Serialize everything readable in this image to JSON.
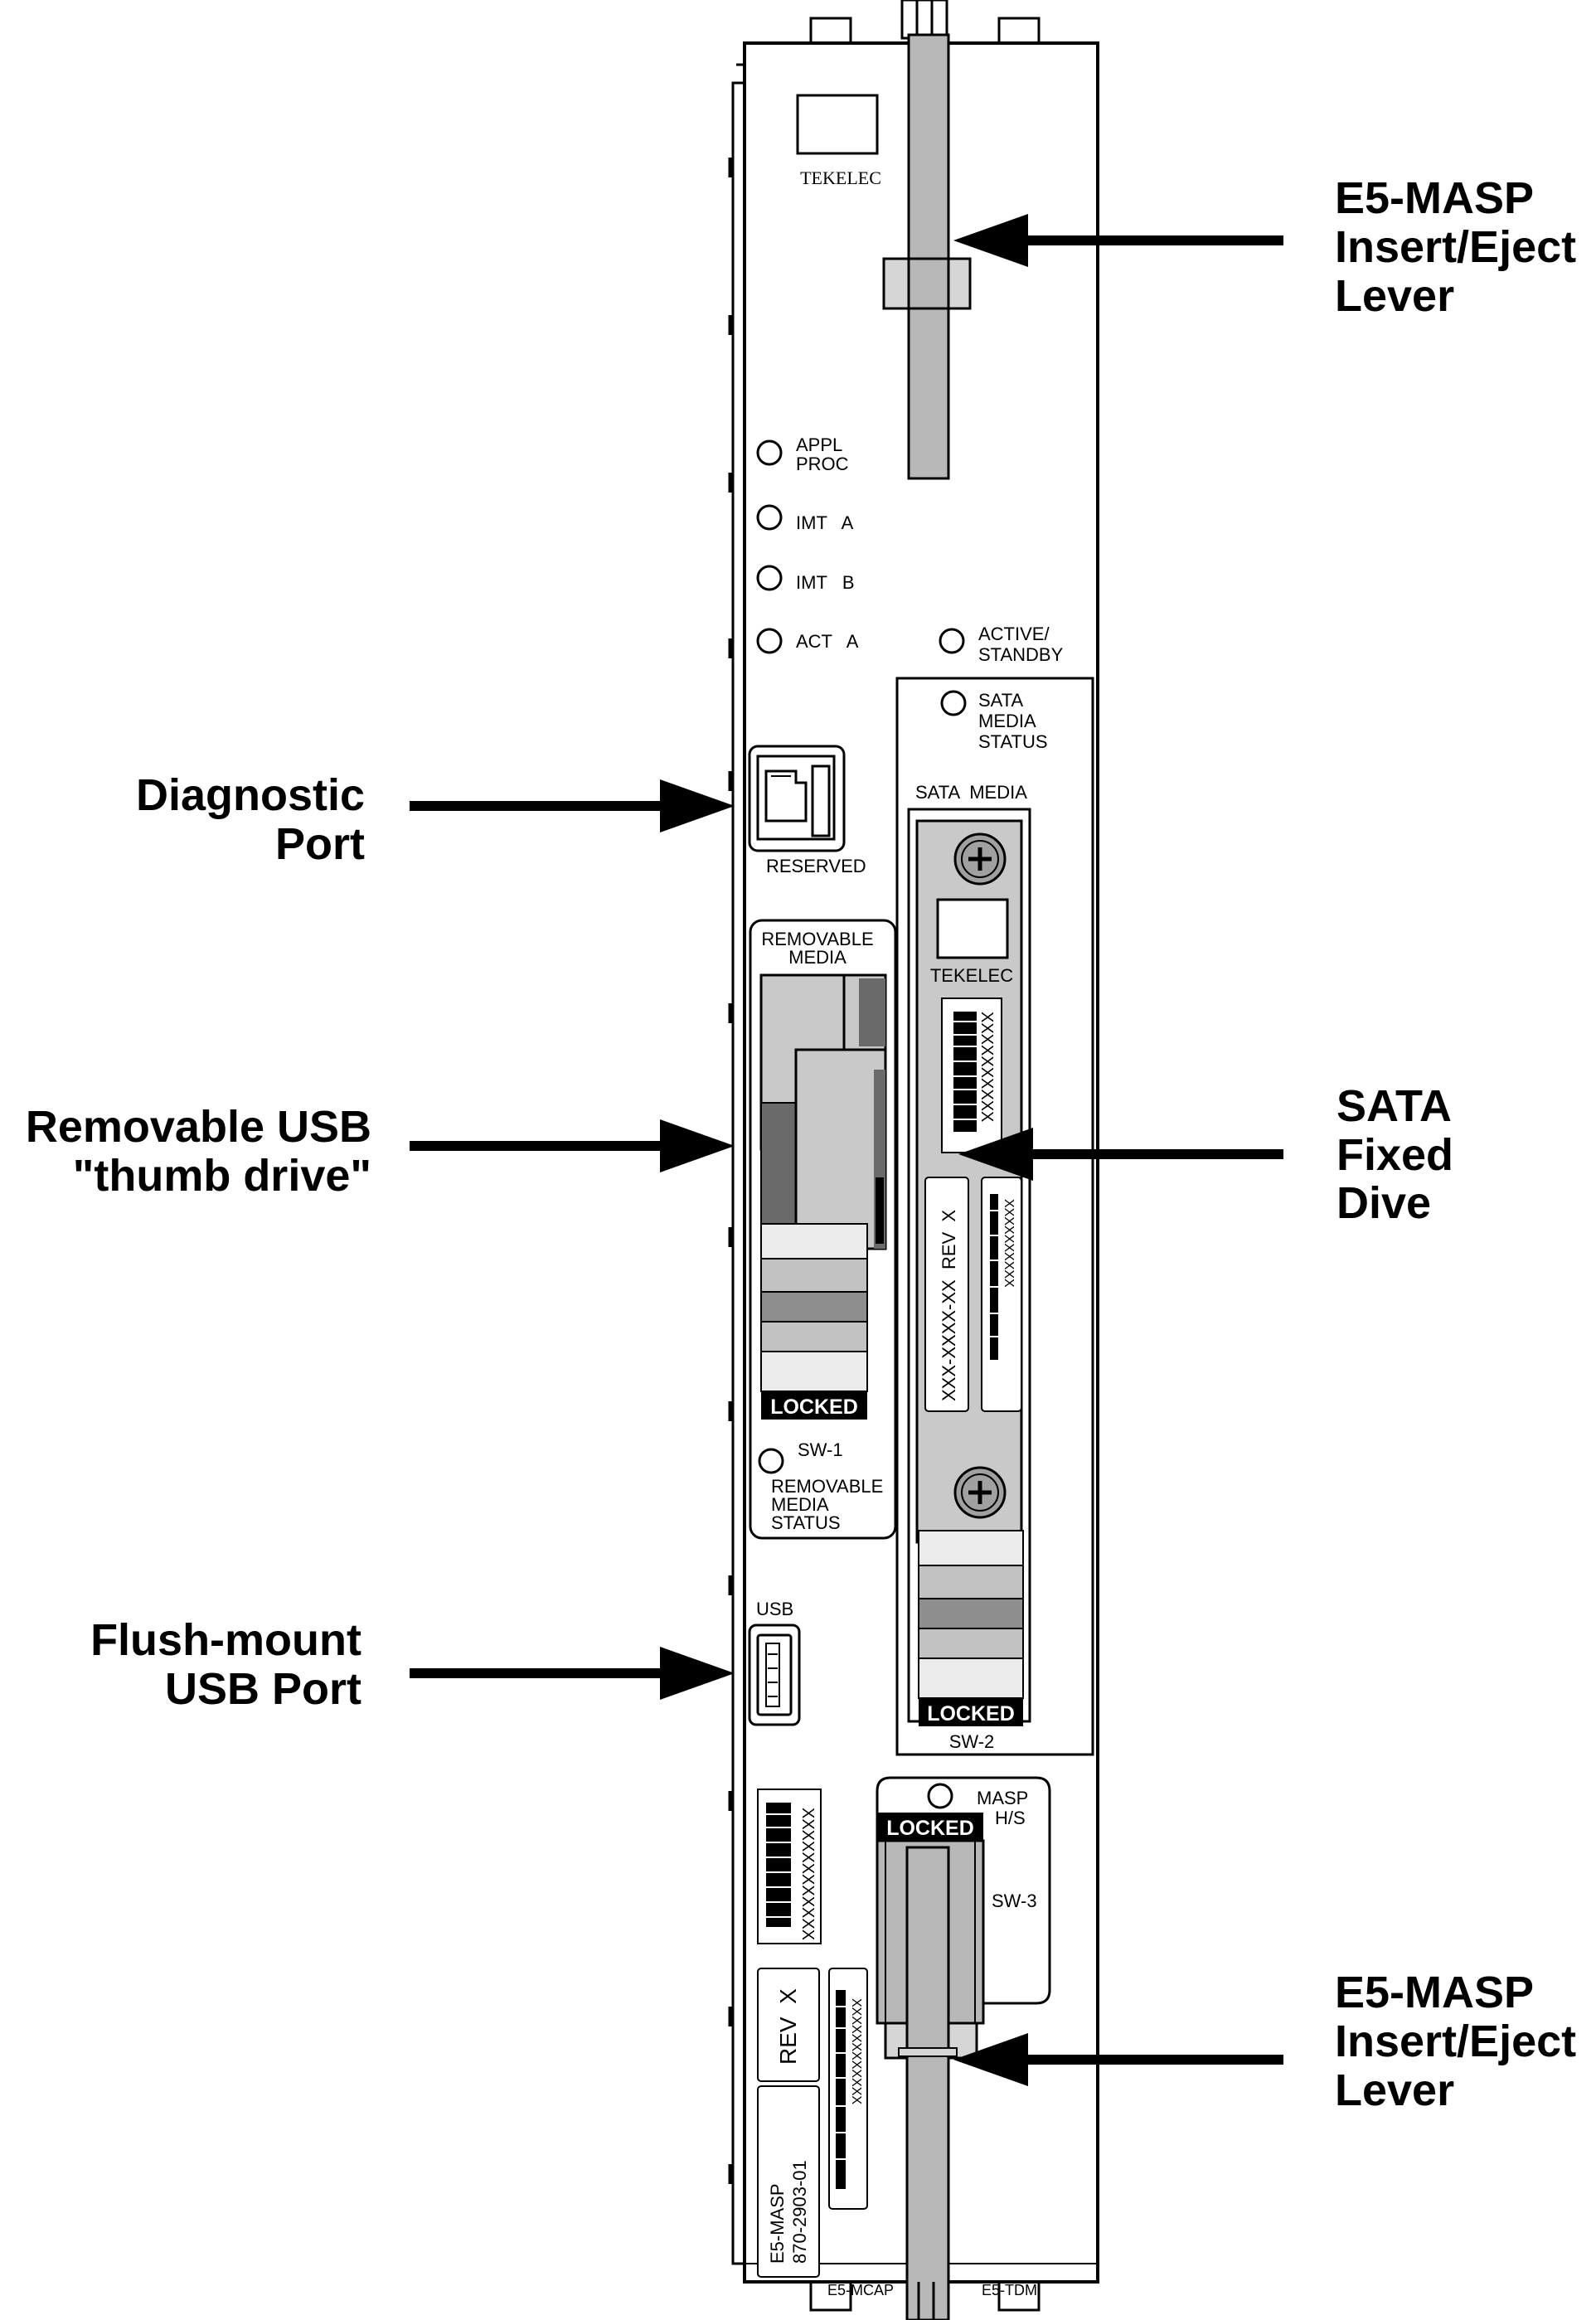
{
  "callouts": {
    "top_lever": [
      "E5-MASP",
      "Insert/Eject",
      "Lever"
    ],
    "diagnostic_port": [
      "Diagnostic",
      "Port"
    ],
    "removable_usb": [
      "Removable USB",
      "\"thumb drive\""
    ],
    "flush_usb": [
      "Flush-mount",
      "USB Port"
    ],
    "sata_fixed": [
      "SATA",
      "Fixed",
      "Dive"
    ],
    "bottom_lever": [
      "E5-MASP",
      "Insert/Eject",
      "Lever"
    ]
  },
  "panel": {
    "logo": "TEKELEC",
    "leds": {
      "appl_proc": [
        "APPL",
        "PROC"
      ],
      "imt_a": "IMT   A",
      "imt_b": "IMT   B",
      "act_a": "ACT   A",
      "active_standby": [
        "ACTIVE/",
        "STANDBY"
      ],
      "sata_media_status": [
        "SATA",
        "MEDIA",
        "STATUS"
      ]
    },
    "reserved_label": "RESERVED",
    "removable_media_title": [
      "REMOVABLE",
      "MEDIA"
    ],
    "locked_label": "LOCKED",
    "sw1_label": "SW-1",
    "removable_media_status": [
      "REMOVABLE",
      "MEDIA",
      "STATUS"
    ],
    "usb_label": "USB",
    "sata_media_title": "SATA  MEDIA",
    "sata_logo": "TEKELEC",
    "sata_barcode_text": "XXXXXXXXXX",
    "sata_part_text": "XXX-XXXX-XX  REV  X",
    "sata_serial_text": "XXXXXXXXXX",
    "sw2_label": "SW-2",
    "masp_hs": [
      "MASP",
      "H/S"
    ],
    "sw3_label": "SW-3",
    "bottom_barcode_text": "XXXXXXXXXXXX",
    "rev_label": "REV  X",
    "bottom_serial_text": "XXXXXXXXXXXX",
    "part_label": [
      "E5-MASP",
      "870-2903-01"
    ],
    "e5_mcap": "E5-MCAP",
    "e5_tdm": "E5-TDM"
  }
}
